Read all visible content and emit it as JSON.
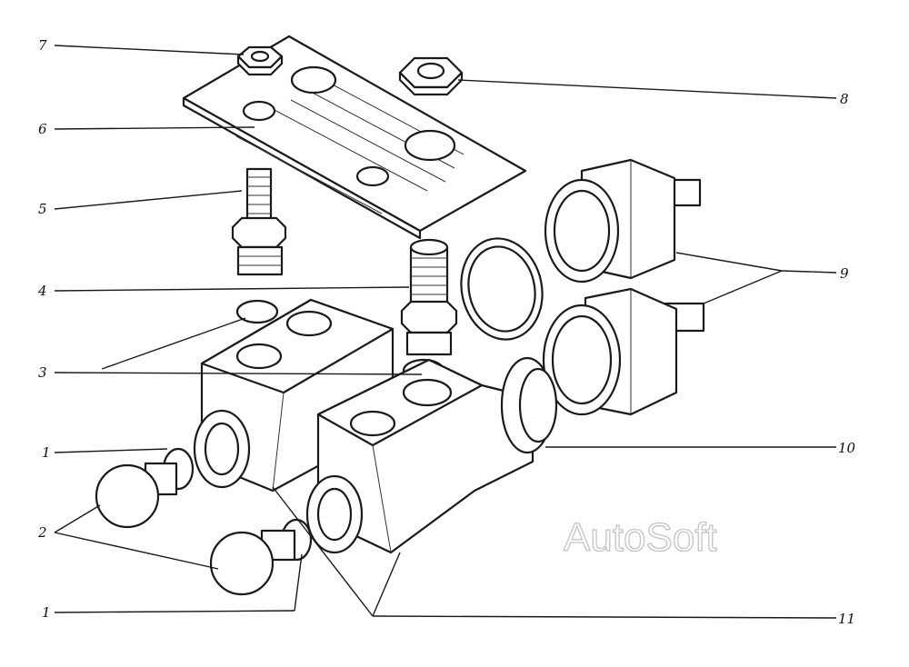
{
  "labels": [
    "7",
    "6",
    "5",
    "4",
    "3",
    "1",
    "2",
    "1",
    "8",
    "9",
    "10",
    "11"
  ],
  "watermark": "AutoSoft"
}
